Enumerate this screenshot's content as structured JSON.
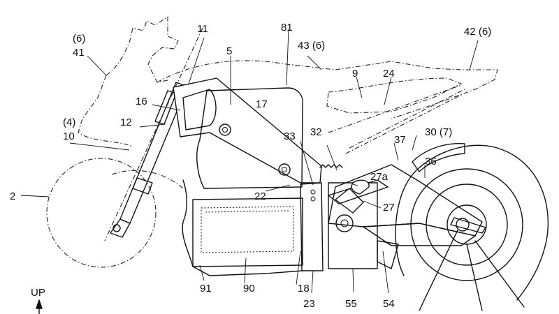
{
  "labels": {
    "l81": "81",
    "l6a": "(6)",
    "l41": "41",
    "l11": "11",
    "l5": "5",
    "l43": "43 (6)",
    "l42": "42 (6)",
    "l9": "9",
    "l24": "24",
    "l16": "16",
    "l17": "17",
    "l4": "(4)",
    "l10": "10",
    "l12": "12",
    "l32": "32",
    "l33": "33",
    "l37": "37",
    "l30": "30 (7)",
    "l36": "36",
    "l27a": "27a",
    "l2": "2",
    "l22": "22",
    "l27": "27",
    "l91": "91",
    "l90": "90",
    "l18": "18",
    "l23": "23",
    "l55": "55",
    "l54": "54",
    "lup": "UP"
  }
}
